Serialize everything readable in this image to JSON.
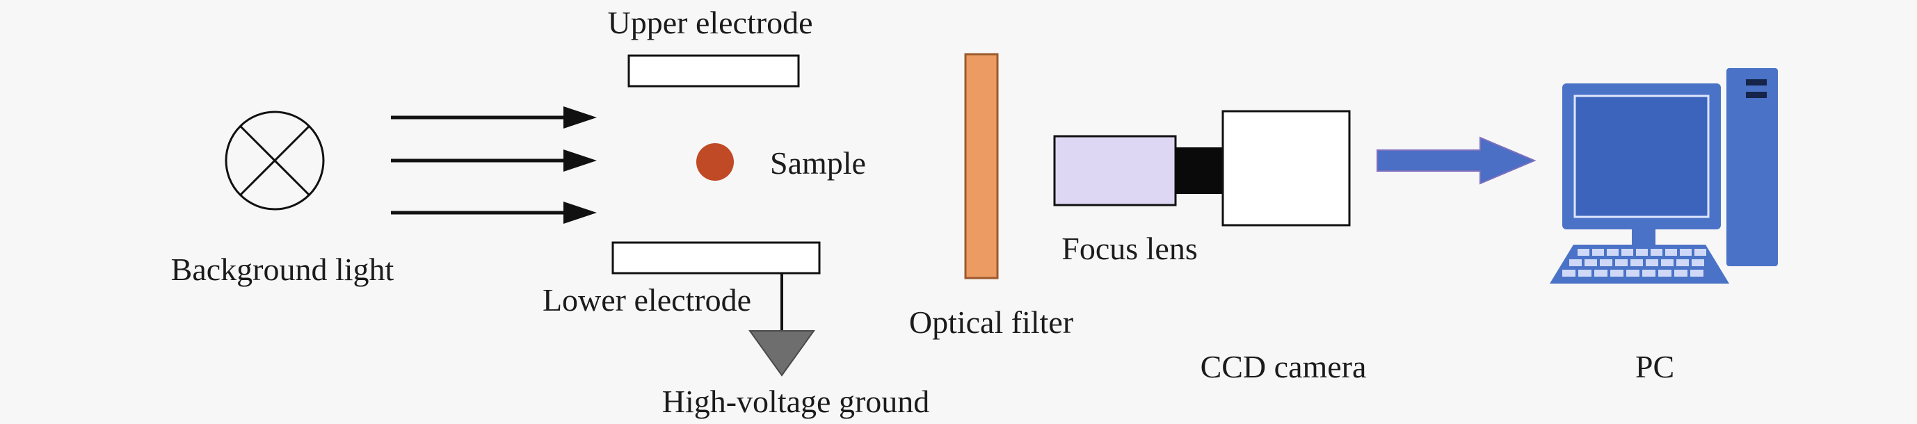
{
  "colors": {
    "background": "#f7f7f7",
    "text": "#1b1b1b",
    "outline": "#111111",
    "sample": "#c04a26",
    "filter_fill": "#ec9b62",
    "filter_border": "#9c5a2e",
    "lens_fill": "#ded7f4",
    "connector": "#0a0a0a",
    "camera_fill": "#ffffff",
    "ground": "#6e6e6e",
    "arrow_blue": "#4a6fc4",
    "pc_blue": "#4a72c6",
    "pc_screen": "#3c64bc",
    "pc_dark": "#16244a",
    "pc_keys": "#cfd9f7"
  },
  "icons": {
    "background_light": "lamp-circle-x-icon",
    "light_arrows": "right-arrow-icon",
    "ground": "ground-triangle-icon",
    "signal_arrow": "thick-right-arrow-icon",
    "pc": "desktop-computer-icon"
  },
  "labels": {
    "upper_electrode": "Upper electrode",
    "sample": "Sample",
    "background_light": "Background light",
    "lower_electrode": "Lower electrode",
    "high_voltage_ground": "High-voltage ground",
    "optical_filter": "Optical filter",
    "focus_lens": "Focus lens",
    "ccd_camera": "CCD camera",
    "pc": "PC"
  }
}
